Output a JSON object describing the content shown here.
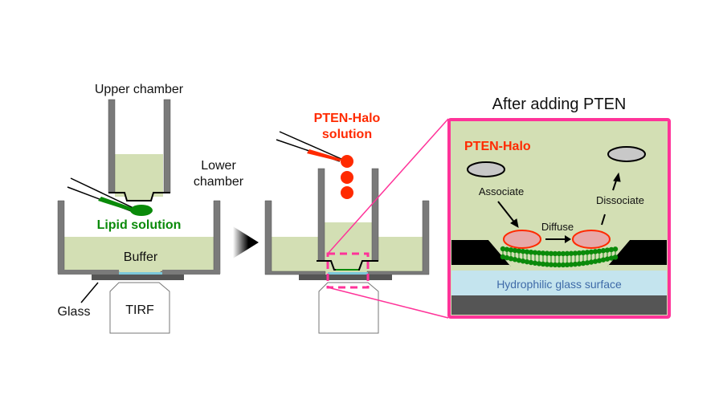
{
  "panel_left": {
    "upper_chamber_label": "Upper chamber",
    "lower_chamber_label_line1": "Lower",
    "lower_chamber_label_line2": "chamber",
    "lipid_label": "Lipid solution",
    "buffer_label": "Buffer",
    "glass_label": "Glass",
    "tirf_label": "TIRF"
  },
  "panel_middle": {
    "pten_label_line1": "PTEN-Halo",
    "pten_label_line2": "solution"
  },
  "panel_right": {
    "title": "After adding PTEN",
    "pten_label": "PTEN-Halo",
    "associate_label": "Associate",
    "diffuse_label": "Diffuse",
    "dissociate_label": "Dissociate",
    "surface_label": "Hydrophilic glass surface"
  },
  "colors": {
    "buffer": "#d3dfb4",
    "wall": "#7a7a7a",
    "lipid_green": "#0a8a0a",
    "pten_red": "#ff2a00",
    "callout_pink": "#ff3399",
    "glass_blue": "#c4e4ee",
    "surface_text": "#3e6aa8",
    "protein_fill": "#e8a8a8",
    "free_protein_fill": "#c8c8c8"
  }
}
